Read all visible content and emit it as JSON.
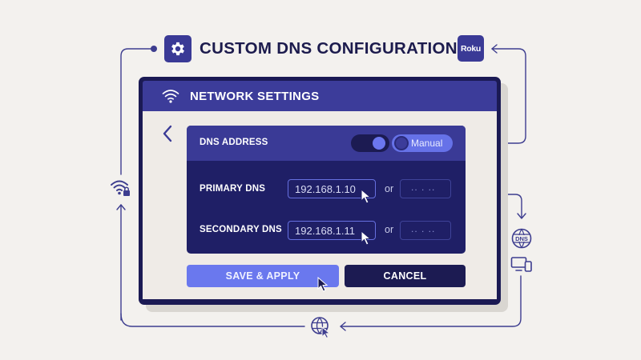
{
  "title": {
    "text": "CUSTOM DNS CONFIGURATION",
    "left_icon": "gear-icon",
    "right_badge": "Roku"
  },
  "panel": {
    "header_icon": "wifi-icon",
    "header_title": "NETWORK SETTINGS",
    "back_icon": "chevron-left-icon",
    "dns_address": {
      "label": "DNS ADDRESS",
      "toggle_state": "on",
      "mode_label": "Manual"
    },
    "primary": {
      "label": "PRIMARY DNS",
      "value": "192.168.1.10",
      "or_label": "or",
      "alt_placeholder": ".. . .."
    },
    "secondary": {
      "label": "SECONDARY DNS",
      "value": "192.168.1.11",
      "or_label": "or",
      "alt_placeholder": ".. . .."
    },
    "buttons": {
      "save": "SAVE & APPLY",
      "cancel": "CANCEL"
    }
  },
  "flow_icons": {
    "left": "secure-wifi-icon",
    "right_top": "dns-globe-icon",
    "right_bottom": "devices-icon",
    "bottom": "globe-cursor-icon"
  },
  "colors": {
    "background": "#f3f1ee",
    "primary_dark": "#1b1a54",
    "accent": "#3a3a96",
    "highlight": "#6a78ee",
    "connector": "#3a3a8c"
  }
}
